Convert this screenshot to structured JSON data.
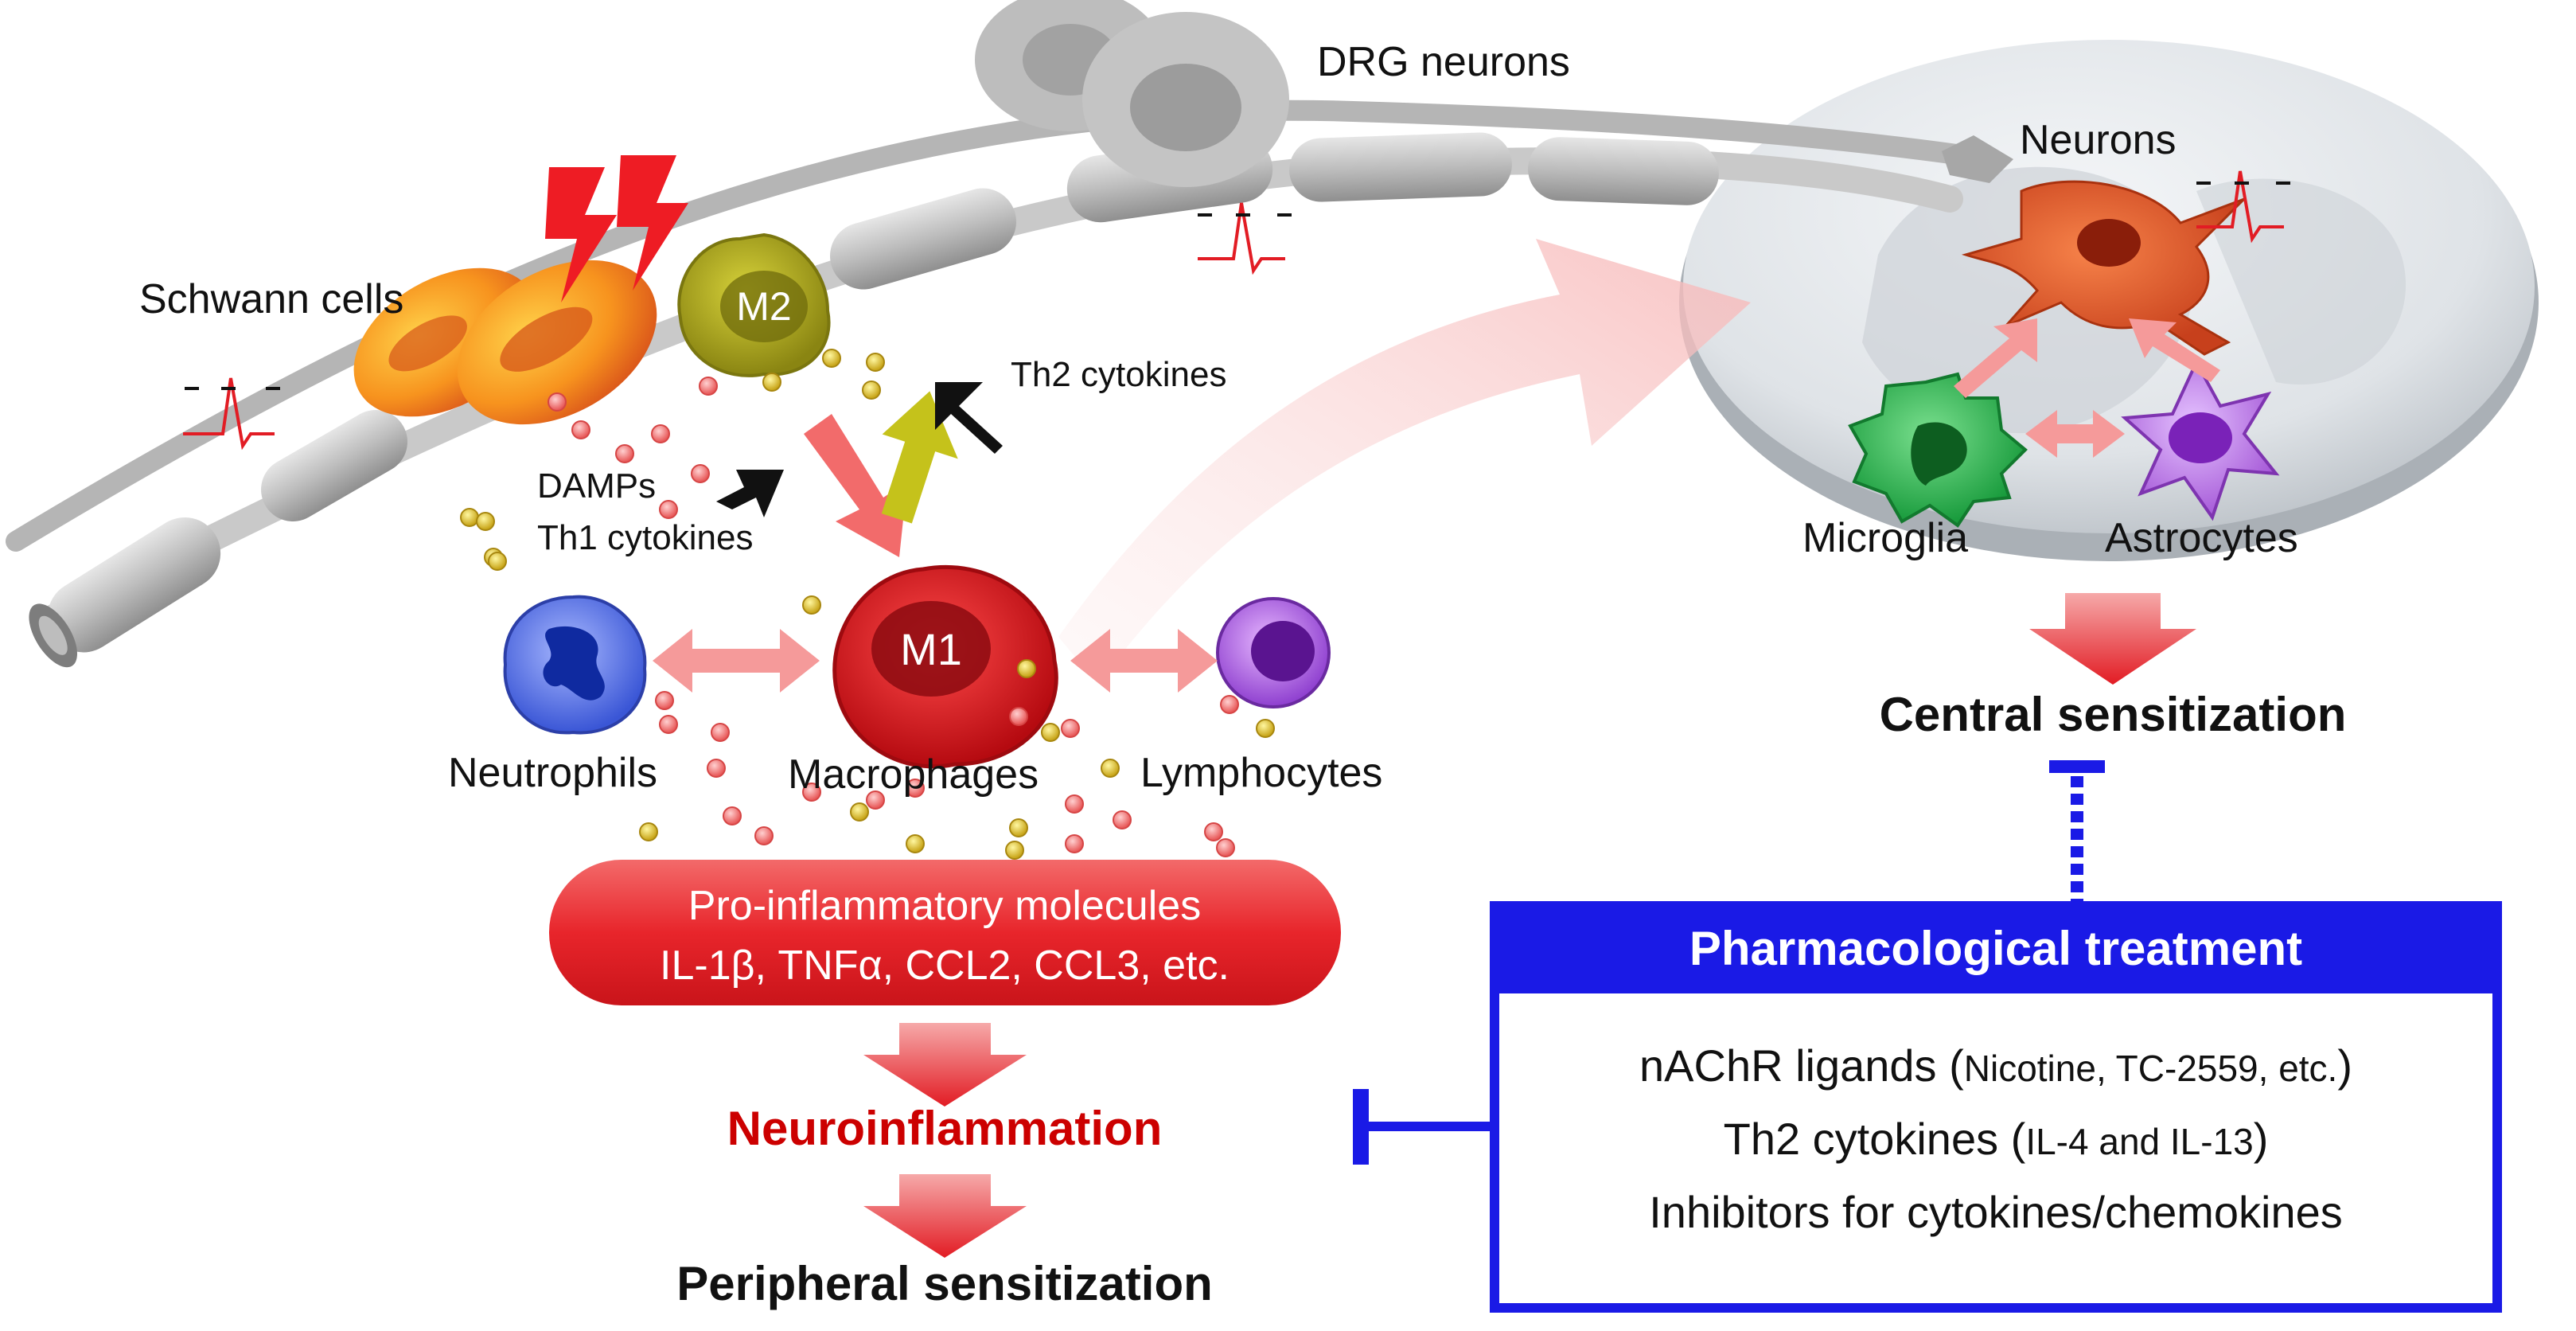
{
  "labels": {
    "drg_neurons": "DRG neurons",
    "schwann_cells": "Schwann cells",
    "m2": "M2",
    "m1": "M1",
    "th2_cytokines": "Th2 cytokines",
    "damps": "DAMPs",
    "th1_cytokines": "Th1 cytokines",
    "neutrophils": "Neutrophils",
    "macrophages": "Macrophages",
    "lymphocytes": "Lymphocytes",
    "neurons": "Neurons",
    "microglia": "Microglia",
    "astrocytes": "Astrocytes"
  },
  "pill": {
    "line1": "Pro-inflammatory molecules",
    "line2": "IL-1β, TNFα, CCL2, CCL3, etc."
  },
  "outcomes": {
    "neuroinflammation": "Neuroinflammation",
    "peripheral": "Peripheral sensitization",
    "central": "Central sensitization"
  },
  "treatment": {
    "title": "Pharmacological treatment",
    "line1_main": "nAChR ligands (",
    "line1_small": "Nicotine, TC-2559, etc.",
    "line1_close": ")",
    "line2_main": "Th2 cytokines (",
    "line2_small": "IL-4 and IL-13",
    "line2_close": ")",
    "line3": "Inhibitors for cytokines/chemokines"
  },
  "colors": {
    "treatment_blue": "#1a1ae6",
    "neuroinflammation_red": "#cc0000",
    "pill_red": "#e8252b",
    "m1_red": "#d8111a",
    "m2_olive": "#a9a51c",
    "schwann_orange": "#f28a1d",
    "neutrophil_blue": "#4e6ee6",
    "lymphocyte_purple": "#9b3fd9",
    "microglia_green": "#22b24a",
    "astrocyte_purple": "#b86be0",
    "neuron_orange": "#e0532a"
  },
  "icons": [
    "lightning-icon",
    "action-potential-icon",
    "black-arrow-icon",
    "inhibition-bar-icon"
  ]
}
